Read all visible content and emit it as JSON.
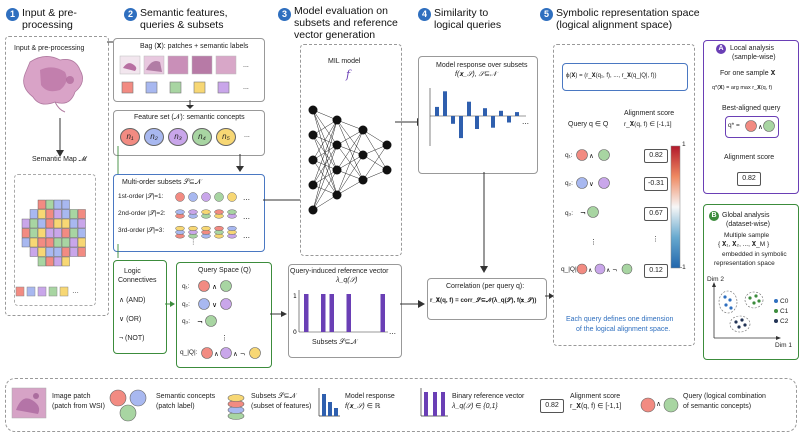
{
  "steps": [
    {
      "num": "1",
      "title_l1": "Input & pre-",
      "title_l2": "processing"
    },
    {
      "num": "2",
      "title_l1": "Semantic features,",
      "title_l2": "queries & subsets"
    },
    {
      "num": "3",
      "title_l1": "Model evaluation on",
      "title_l2": "subsets and reference",
      "title_l3": "vector generation"
    },
    {
      "num": "4",
      "title_l1": "Similarity to",
      "title_l2": "logical queries"
    },
    {
      "num": "5",
      "title_l1": "Symbolic representation space",
      "title_l2": "(logical alignment space)"
    }
  ],
  "panel1": {
    "title": "Input & pre-processing",
    "semantic_map": "Semantic Map 𝓜"
  },
  "bag": {
    "title": "Bag (𝐗): patches + semantic labels",
    "dots": "..."
  },
  "feature_set": {
    "title": "Feature set (𝒩): semantic concepts",
    "concepts": [
      "n₁",
      "n₂",
      "n₃",
      "n₄",
      "n₅"
    ],
    "dots": "..."
  },
  "subsets": {
    "title": "Multi-order subsets 𝒮⊆𝒩",
    "rows": [
      "1st-order  |𝒮|=1:",
      "2nd-order |𝒮|=2:",
      "3rd-order  |𝒮|=3:"
    ],
    "dots": "..."
  },
  "logic": {
    "title_l1": "Logic",
    "title_l2": "Connectives",
    "and": "∧ (AND)",
    "or": "∨ (OR)",
    "not": "¬ (NOT)"
  },
  "query_space": {
    "title": "Query Space (Q)",
    "labels": [
      "q₁:",
      "q₂:",
      "q₃:",
      "q_|Q|:"
    ]
  },
  "mil": {
    "title": "MIL model",
    "f": "f"
  },
  "model_response": {
    "title_l1": "Model response over subsets",
    "title_l2": "f(𝐱_𝒮), 𝒮⊆𝒩"
  },
  "ref_vector": {
    "title_l1": "Query-induced reference vector",
    "title_l2": "λ_q(𝒮)",
    "xlabel": "Subsets  𝒮⊆𝒩"
  },
  "correlation": {
    "title": "Correlation (per query q):",
    "formula": "r_𝐗(q, f) = corr_𝒮⊆𝒩(λ_q(𝒮), f(𝐱_𝒮))"
  },
  "space": {
    "phi": "ϕ(𝐗) = (r_𝐗(q₁, f), ..., r_𝐗(q_|Q|, f))",
    "query_header": "Query q ∈ Q",
    "align_header_l1": "Alignment score",
    "align_header_l2": "r_𝐗(q, f) ∈ [-1,1]",
    "labels": [
      "q₁:",
      "q₂:",
      "q₃:",
      "q_|Q|:"
    ],
    "scores": [
      "0.82",
      "-0.31",
      "0.67",
      "0.12"
    ],
    "colorbar_max": "1",
    "colorbar_min": "-1",
    "note_l1": "Each query defines one dimension",
    "note_l2": "of the logical alignment space."
  },
  "local": {
    "badge": "A",
    "title_l1": "Local analysis",
    "title_l2": "(sample-wise)",
    "one_sample": "For one sample 𝐗",
    "qstar_formula": "q*(𝐗) = arg max r_𝐗(q, f)",
    "best_aligned": "Best-aligned query",
    "qstar_label": "q* =",
    "align_label": "Alignment score",
    "align_value": "0.82"
  },
  "global": {
    "badge": "B",
    "title_l1": "Global analysis",
    "title_l2": "(dataset-wise)",
    "line1": "Multiple sample",
    "line2": "{ 𝐗₁, 𝐗₂, ..., 𝐗_M }",
    "line3": "embedded in symbolic",
    "line4": "representation space",
    "dim1": "Dim 1",
    "dim2": "Dim 2",
    "legend": [
      "C0",
      "C1",
      "C2"
    ]
  },
  "legend": {
    "patch_l1": "Image patch",
    "patch_l2": "(patch from WSI)",
    "concepts_l1": "Semantic concepts",
    "concepts_l2": "(patch label)",
    "subsets_l1": "Subsets 𝒮⊆𝒩",
    "subsets_l2": "(subset of features)",
    "response_l1": "Model response",
    "response_l2": "f(𝐱_𝒮) ∈ ℝ",
    "binary_l1": "Binary reference vector",
    "binary_l2": "λ_q(𝒮) ∈ {0,1}",
    "score_value": "0.82",
    "score_l1": "Alignment score",
    "score_l2": "r_𝐗(q, f) ∈ [-1,1]",
    "query_l1": "Query (logical combination",
    "query_l2": "of semantic concepts)",
    "and": "∧"
  },
  "colors": {
    "red": "#f28b82",
    "blue": "#a8b8f0",
    "purple": "#c9a6ea",
    "green": "#a8d5a2",
    "yellow": "#f7d774",
    "accent_blue": "#2f6fbf",
    "bar_purple": "#6a3fb5",
    "local_border": "#6a3fb5",
    "global_border": "#3c8c3c"
  }
}
